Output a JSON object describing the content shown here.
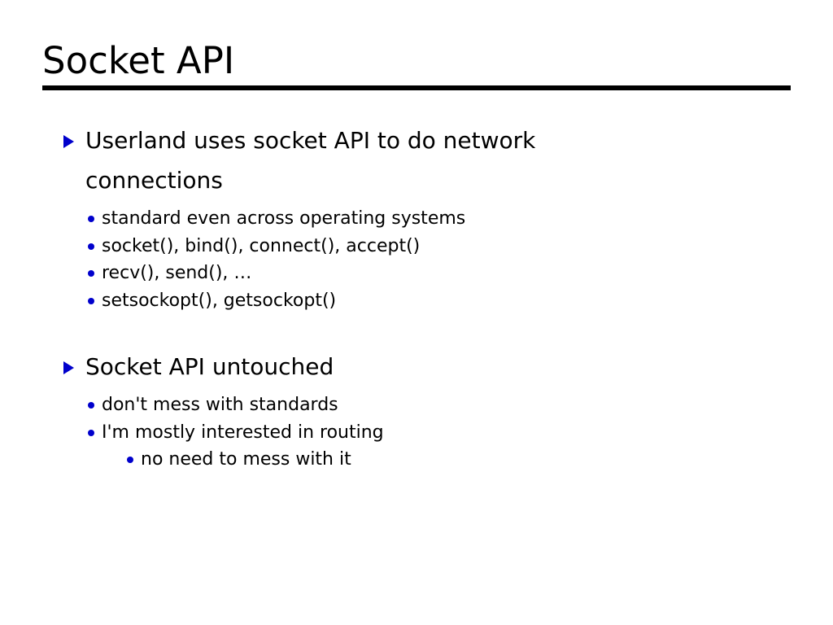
{
  "slide": {
    "title": "Socket API",
    "accent_color": "#0000cc",
    "text_color": "#000000",
    "background_color": "#ffffff",
    "rule_color": "#000000",
    "markers": {
      "level1": "blue-triangle-bullet",
      "level2": "blue-round-bullet",
      "level3": "blue-round-bullet"
    },
    "groups": [
      {
        "heading": "Userland uses socket API to do network connections",
        "sub_items": [
          "standard even across operating systems",
          "socket(), bind(), connect(), accept()",
          "recv(), send(), …",
          "setsockopt(), getsockopt()"
        ]
      },
      {
        "heading": "Socket API untouched",
        "sub_items": [
          "don't mess with standards",
          "I'm mostly interested in routing"
        ],
        "sub_sub_items": [
          "no need to mess with it"
        ]
      }
    ]
  }
}
